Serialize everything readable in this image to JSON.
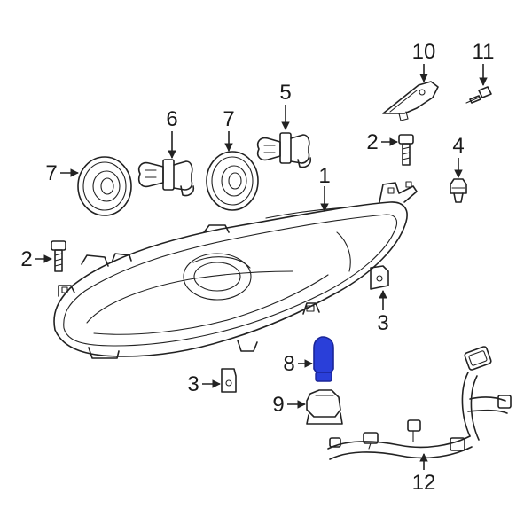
{
  "colors": {
    "line": "#222222",
    "highlight_fill": "#2a3fd9",
    "highlight_stroke": "#1a2598",
    "background": "#ffffff"
  },
  "callouts": [
    {
      "id": "10a",
      "label": "10"
    },
    {
      "id": "11a",
      "label": "11"
    },
    {
      "id": "5a",
      "label": "5"
    },
    {
      "id": "6a",
      "label": "6"
    },
    {
      "id": "7a",
      "label": "7"
    },
    {
      "id": "7b",
      "label": "7"
    },
    {
      "id": "2a",
      "label": "2"
    },
    {
      "id": "4a",
      "label": "4"
    },
    {
      "id": "1a",
      "label": "1"
    },
    {
      "id": "2b",
      "label": "2"
    },
    {
      "id": "3a",
      "label": "3"
    },
    {
      "id": "8a",
      "label": "8"
    },
    {
      "id": "3b",
      "label": "3"
    },
    {
      "id": "9a",
      "label": "9"
    },
    {
      "id": "12a",
      "label": "12"
    }
  ]
}
